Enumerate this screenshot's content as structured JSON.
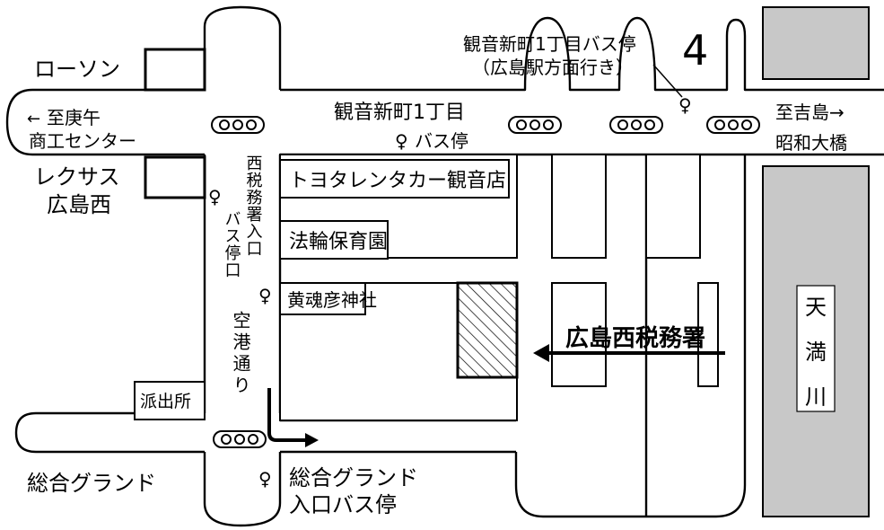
{
  "map": {
    "roads": {
      "kannon_shinmachi": "観音新町1丁目",
      "airport_street": "空港通り"
    },
    "destinations": {
      "west_1": "至庚午",
      "west_2": "商工センター",
      "east_1": "至吉島→",
      "east_2": "昭和大橋",
      "west_arrow": "←"
    },
    "bus_stops": {
      "north_1": "観音新町1丁目バス停",
      "north_2": "（広島駅方面行き）",
      "south": "バス停",
      "tax_office_1": "西税務署入口",
      "tax_office_2": "バス停口",
      "grand_1": "総合グランド",
      "grand_2": "入口バス停"
    },
    "landmarks": {
      "lawson": "ローソン",
      "lexus_1": "レクサス",
      "lexus_2": "広島西",
      "toyota": "トヨタレンタカー観音店",
      "nursery": "法輪保育園",
      "shrine": "黄魂彦神社",
      "koban": "派出所",
      "grand_west": "総合グランド"
    },
    "target": "広島西税務署",
    "river": [
      "天",
      "満",
      "川"
    ],
    "north_mark": "4",
    "bus_stop_symbol": "♀"
  }
}
